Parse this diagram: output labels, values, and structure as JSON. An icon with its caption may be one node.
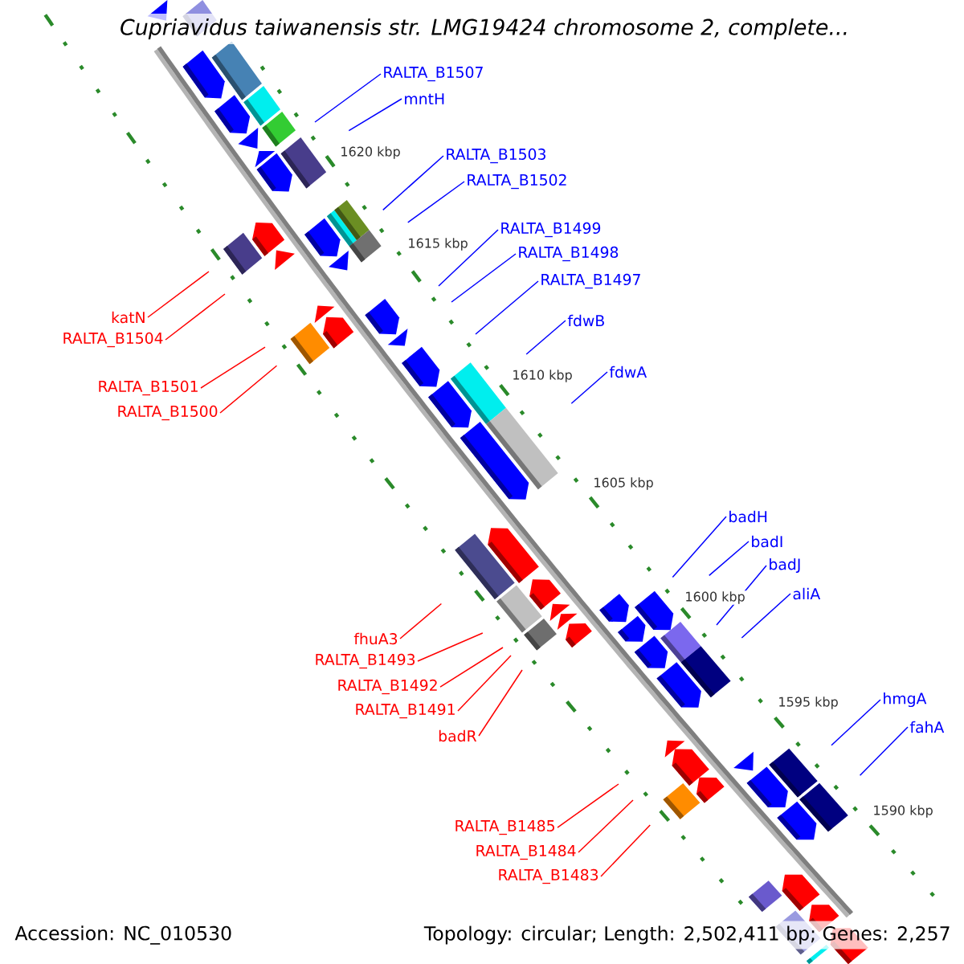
{
  "diagram": {
    "title": "Cupriavidus taiwanensis str. LMG19424 chromosome 2, complete...",
    "nodes": [
      {
        "text": [
          "RALTA_B1507"
        ]
      },
      {
        "text": [
          "mntH"
        ]
      },
      {
        "text": [
          "RALTA_B1503"
        ]
      },
      {
        "text": [
          "RALTA_B1502"
        ]
      },
      {
        "text": [
          "RALTA_B1499"
        ]
      },
      {
        "text": [
          "RALTA_B1498"
        ]
      },
      {
        "text": [
          "RALTA_B1497"
        ]
      },
      {
        "text": [
          "katN"
        ]
      },
      {
        "text": [
          "fdwB"
        ]
      },
      {
        "text": [
          "RALTA_B1504"
        ]
      },
      {
        "text": [
          "fdwA"
        ]
      },
      {
        "text": [
          "RALTA_B1501"
        ]
      },
      {
        "text": [
          "RALTA_B1500"
        ]
      },
      {
        "text": [
          "badH"
        ]
      },
      {
        "text": [
          "badI"
        ]
      },
      {
        "text": [
          "badJ"
        ]
      },
      {
        "text": [
          "aliA"
        ]
      },
      {
        "text": [
          "fhuA3"
        ]
      },
      {
        "text": [
          "RALTA_B1493"
        ]
      },
      {
        "text": [
          "RALTA_B1492"
        ]
      },
      {
        "text": [
          "hmgA"
        ]
      },
      {
        "text": [
          "RALTA_B1491"
        ]
      },
      {
        "text": [
          "fahA"
        ]
      },
      {
        "text": [
          "badR"
        ]
      },
      {
        "text": [
          "RALTA_B1485"
        ]
      },
      {
        "text": [
          "RALTA_B1484"
        ]
      },
      {
        "text": [
          "RALTA_B1483"
        ]
      }
    ],
    "edges": [
      {
        "from": 0,
        "to": null,
        "arrow": "none"
      },
      {
        "from": 1,
        "to": null,
        "arrow": "none"
      },
      {
        "from": 2,
        "to": null,
        "arrow": "none"
      },
      {
        "from": 3,
        "to": null,
        "arrow": "none"
      },
      {
        "from": 4,
        "to": null,
        "arrow": "none"
      },
      {
        "from": 5,
        "to": null,
        "arrow": "none"
      },
      {
        "from": 6,
        "to": null,
        "arrow": "none"
      },
      {
        "from": 7,
        "to": null,
        "arrow": "none",
        "color": "#ff0000"
      },
      {
        "from": 8,
        "to": null,
        "arrow": "none"
      },
      {
        "from": 9,
        "to": null,
        "arrow": "none",
        "color": "#ff0000"
      },
      {
        "from": 10,
        "to": null,
        "arrow": "none"
      },
      {
        "from": 11,
        "to": null,
        "arrow": "none",
        "color": "#ff0000"
      },
      {
        "from": 12,
        "to": null,
        "arrow": "none",
        "color": "#ff0000"
      },
      {
        "from": 13,
        "to": null,
        "arrow": "none"
      },
      {
        "from": 14,
        "to": null,
        "arrow": "none"
      },
      {
        "from": 15,
        "to": null,
        "arrow": "none"
      },
      {
        "from": 16,
        "to": null,
        "arrow": "none"
      },
      {
        "from": 17,
        "to": null,
        "arrow": "none",
        "color": "#ff0000"
      },
      {
        "from": 18,
        "to": null,
        "arrow": "none",
        "color": "#ff0000"
      },
      {
        "from": 19,
        "to": null,
        "arrow": "none",
        "color": "#ff0000"
      },
      {
        "from": 20,
        "to": null,
        "arrow": "none"
      },
      {
        "from": 21,
        "to": null,
        "arrow": "none",
        "color": "#ff0000"
      },
      {
        "from": 22,
        "to": null,
        "arrow": "none"
      },
      {
        "from": 23,
        "to": null,
        "arrow": "none",
        "color": "#ff0000"
      },
      {
        "from": 24,
        "to": null,
        "arrow": "none",
        "color": "#ff0000"
      },
      {
        "from": 25,
        "to": null,
        "arrow": "none",
        "color": "#ff0000"
      },
      {
        "from": 26,
        "to": null,
        "arrow": "none",
        "color": "#ff0000"
      }
    ],
    "labels": [
      "1620 kbp",
      "1615 kbp",
      "1610 kbp",
      "1605 kbp",
      "1600 kbp",
      "1595 kbp",
      "1590 kbp",
      "Accession: NC_010530",
      "Topology: circular; Length: 2,502,411 bp; Genes: 2,257"
    ]
  }
}
